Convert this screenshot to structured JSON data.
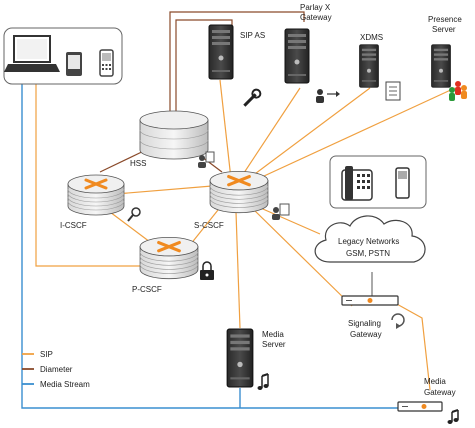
{
  "nodes": {
    "sip_as": "SIP AS",
    "parlay_line1": "Parlay X",
    "parlay_line2": "Gateway",
    "xdms": "XDMS",
    "presence_line1": "Presence",
    "presence_line2": "Server",
    "hss": "HSS",
    "icscf": "I-CSCF",
    "scscf": "S-CSCF",
    "pcscf": "P-CSCF",
    "legacy_line1": "Legacy Networks",
    "legacy_line2": "GSM, PSTN",
    "sig_gw_line1": "Signaling",
    "sig_gw_line2": "Gateway",
    "media_server_line1": "Media",
    "media_server_line2": "Server",
    "media_gw_line1": "Media",
    "media_gw_line2": "Gateway"
  },
  "legend": {
    "sip": "SIP",
    "diameter": "Diameter",
    "media": "Media Stream"
  },
  "colors": {
    "sip": "#f0a040",
    "diameter": "#8a4a2a",
    "media": "#3a8fd0",
    "accent": "#f08a20"
  }
}
